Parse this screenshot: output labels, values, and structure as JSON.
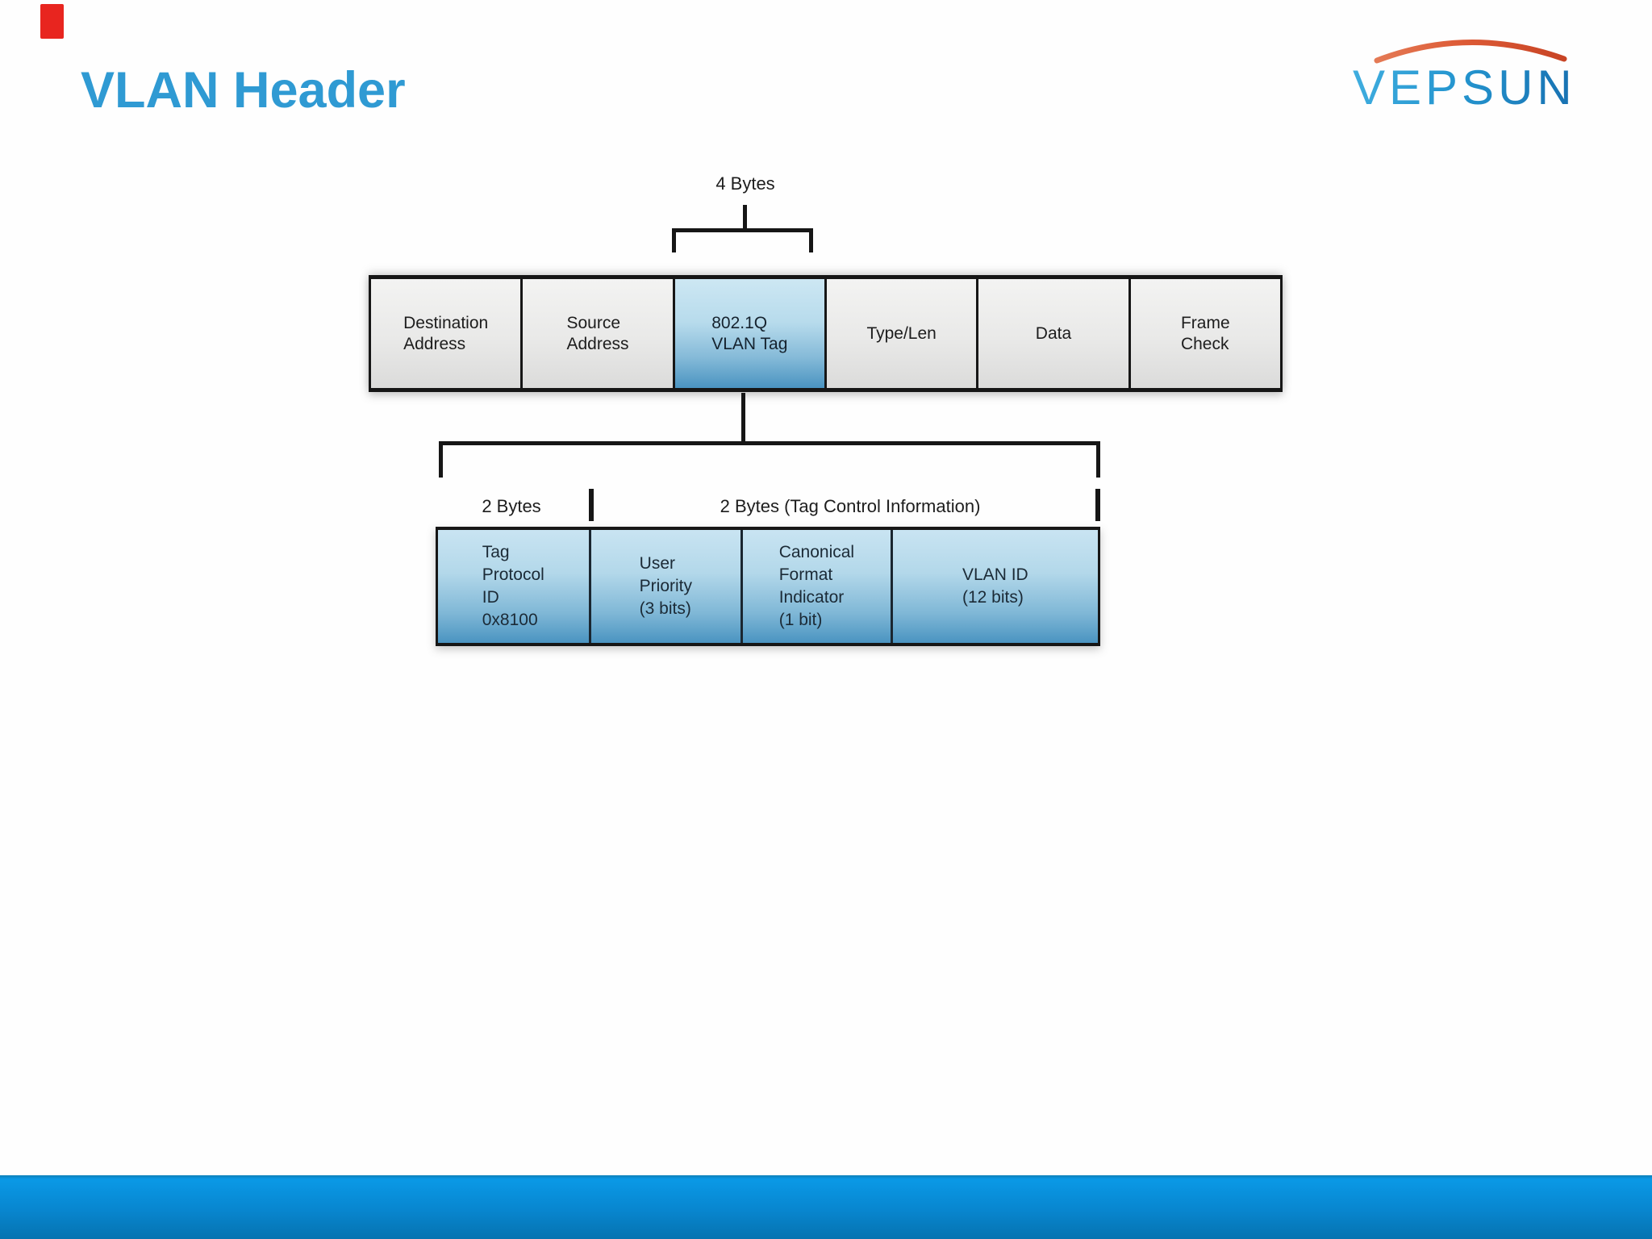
{
  "slide": {
    "title": "VLAN Header"
  },
  "brand": {
    "name": "VEPSUN"
  },
  "diagram": {
    "top_bracket_label": "4 Bytes",
    "frame_row": {
      "fields": [
        "Destination\nAddress",
        "Source\nAddress",
        "802.1Q\nVLAN Tag",
        "Type/Len",
        "Data",
        "Frame\nCheck"
      ],
      "highlighted_field": "802.1Q VLAN Tag"
    },
    "tag_section": {
      "left_label": "2 Bytes",
      "right_label": "2 Bytes (Tag Control Information)",
      "fields": [
        "Tag\nProtocol\nID\n0x8100",
        "User\nPriority\n(3 bits)",
        "Canonical\nFormat\nIndicator\n(1 bit)",
        "VLAN ID\n(12 bits)"
      ]
    }
  },
  "colors": {
    "title_blue": "#2f9ad3",
    "accent_red": "#e8251f",
    "highlight_blue_top": "#cde7f3",
    "highlight_blue_bottom": "#4a94c1",
    "bottom_bar_top": "#0a99e6",
    "bottom_bar_bottom": "#0673b0",
    "logo_arc_orange": "#d95433",
    "logo_text_blue": "#2495cf"
  }
}
